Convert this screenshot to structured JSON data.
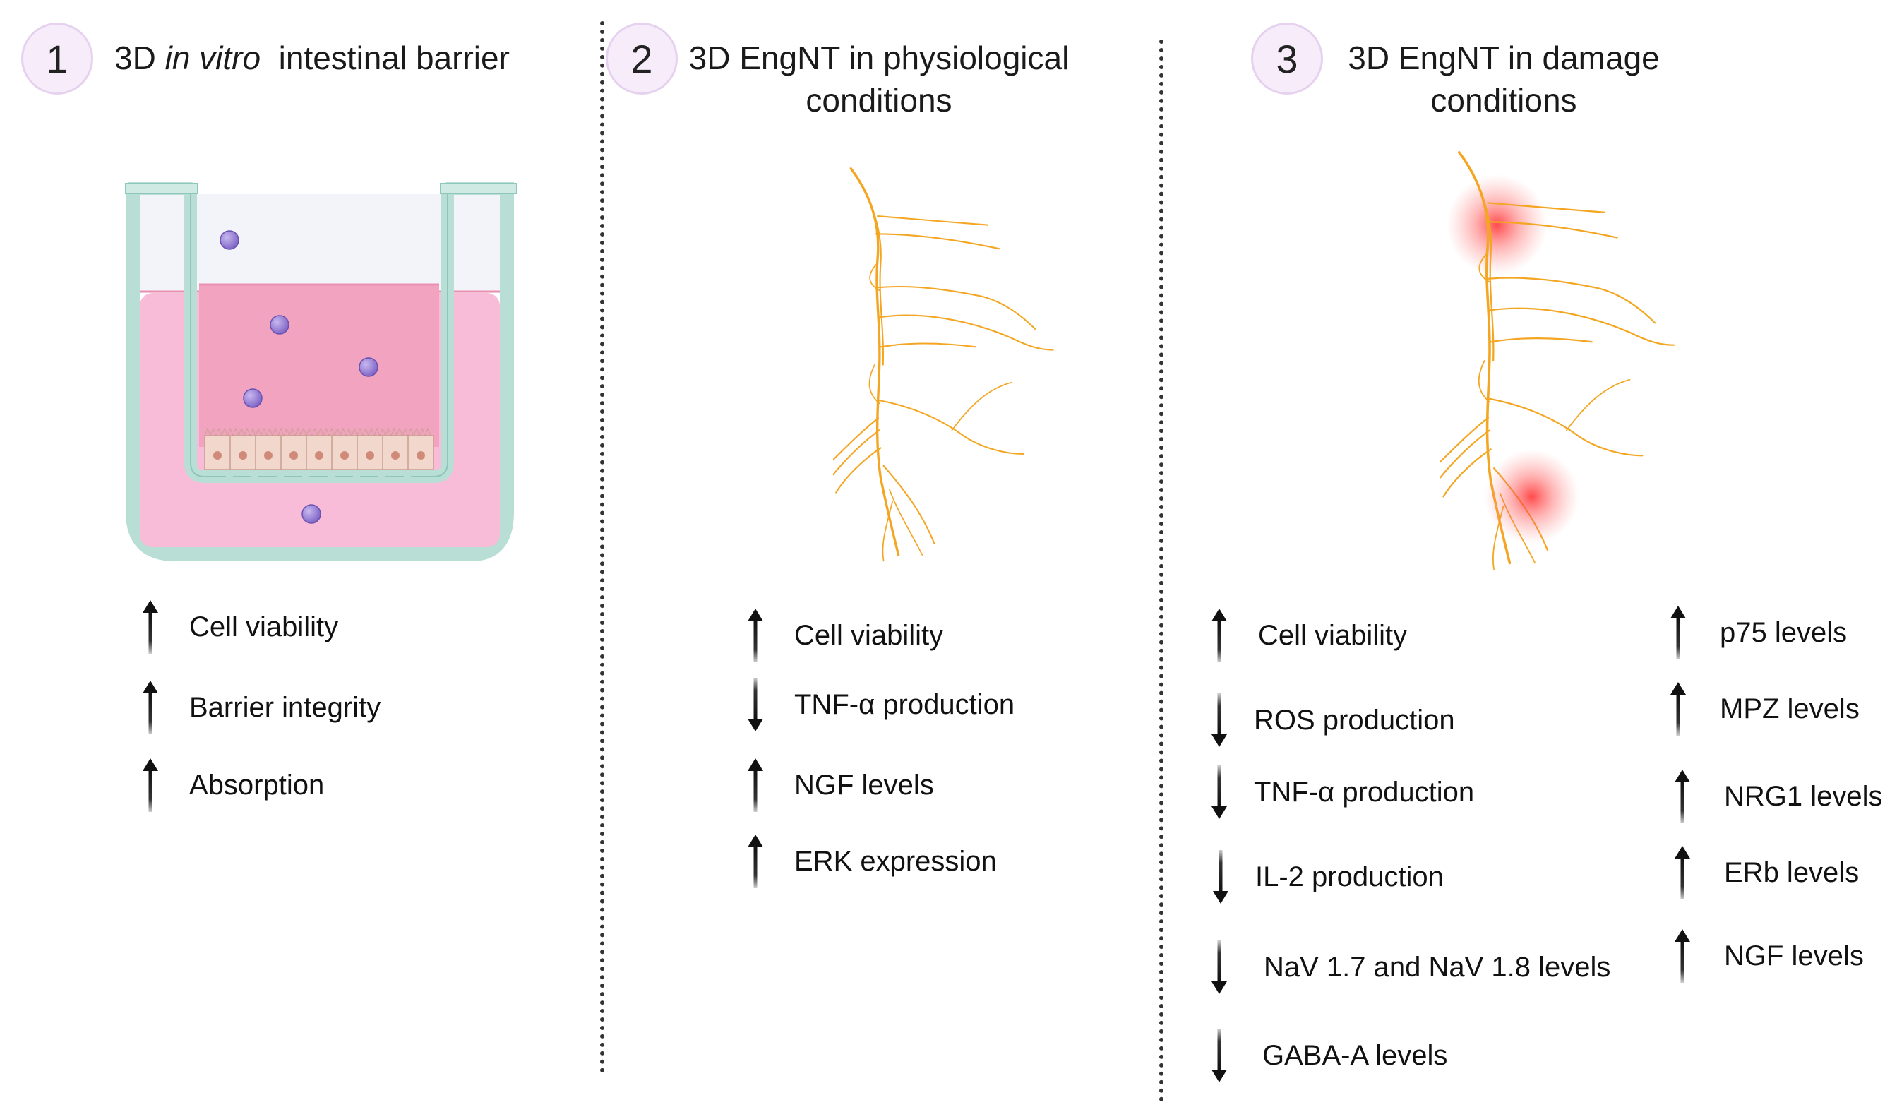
{
  "panels": [
    {
      "number": "1",
      "title_pre": "3D ",
      "title_italic": "in vitro",
      "title_post": "  intestinal barrier",
      "items": [
        {
          "direction": "up",
          "label": "Cell viability"
        },
        {
          "direction": "up",
          "label": "Barrier integrity"
        },
        {
          "direction": "up",
          "label": "Absorption"
        }
      ]
    },
    {
      "number": "2",
      "title_line1": "3D EngNT in physiological",
      "title_line2": "conditions",
      "items": [
        {
          "direction": "up",
          "label": "Cell viability"
        },
        {
          "direction": "down",
          "label": "TNF-α production"
        },
        {
          "direction": "up",
          "label": "NGF levels"
        },
        {
          "direction": "up",
          "label": "ERK expression"
        }
      ]
    },
    {
      "number": "3",
      "title_line1": "3D EngNT in damage",
      "title_line2": "conditions",
      "items_left": [
        {
          "direction": "up",
          "label": "Cell viability"
        },
        {
          "direction": "down",
          "label": "ROS production"
        },
        {
          "direction": "down",
          "label": "TNF-α production"
        },
        {
          "direction": "down",
          "label": "IL-2 production"
        },
        {
          "direction": "down",
          "label": "NaV 1.7 and NaV 1.8 levels"
        },
        {
          "direction": "down",
          "label": "GABA-A levels"
        }
      ],
      "items_right": [
        {
          "direction": "up",
          "label": "p75 levels"
        },
        {
          "direction": "up",
          "label": "MPZ levels"
        },
        {
          "direction": "up",
          "label": "NRG1 levels"
        },
        {
          "direction": "up",
          "label": "ERb levels"
        },
        {
          "direction": "up",
          "label": "NGF levels"
        }
      ]
    }
  ],
  "colors": {
    "nerve": "#f4a623",
    "damage_glow": "#ff3b3b",
    "medium": "#f8bcd8",
    "insert_medium": "#f2a3c0",
    "well_wall": "#bfe3dc",
    "particle": "#9a80d6",
    "badge_fill": "#f6ecfa"
  },
  "icons": {
    "up": "arrow-up-icon",
    "down": "arrow-down-icon"
  }
}
